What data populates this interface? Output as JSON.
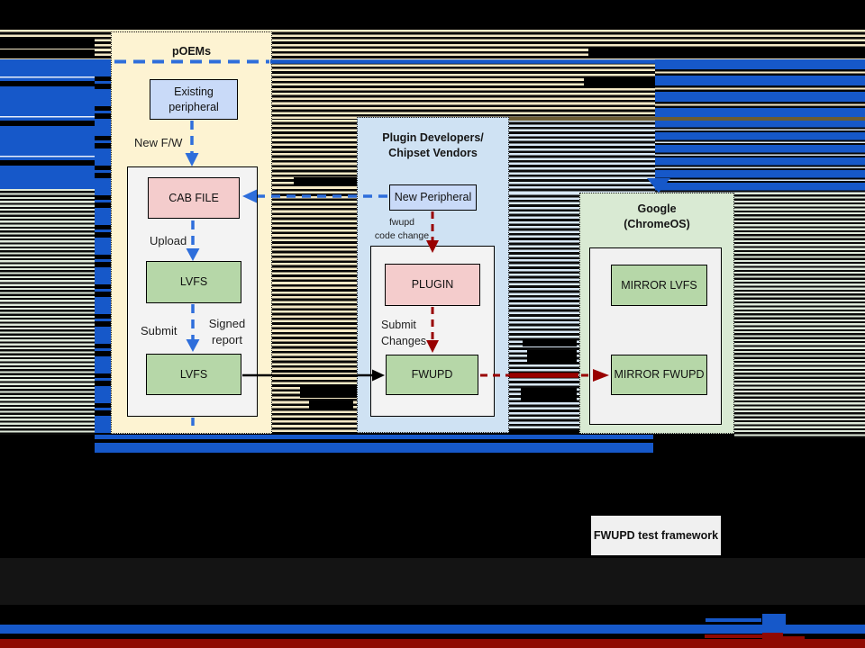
{
  "panels": {
    "poems": {
      "title": "pOEMs"
    },
    "plugin": {
      "title1": "Plugin Developers/",
      "title2": "Chipset Vendors"
    },
    "google": {
      "title1": "Google",
      "title2": "(ChromeOS)"
    }
  },
  "nodes": {
    "existing_peripheral1": "Existing",
    "existing_peripheral2": "peripheral",
    "cab_file": "CAB FILE",
    "lvfs_upper": "LVFS",
    "lvfs_lower": "LVFS",
    "new_peripheral": "New Peripheral",
    "plugin": "PLUGIN",
    "fwupd": "FWUPD",
    "mirror_lvfs": "MIRROR LVFS",
    "mirror_fwupd": "MIRROR FWUPD",
    "fwupd_test_framework": "FWUPD test framework"
  },
  "edge_labels": {
    "new_fw": "New F/W",
    "upload": "Upload",
    "submit": "Submit",
    "signed1": "Signed",
    "signed2": "report",
    "code_change1": "fwupd",
    "code_change2": "code change",
    "submit_changes1": "Submit",
    "submit_changes2": "Changes"
  },
  "colors": {
    "accent_blue": "#2e6edb",
    "glitch_blue": "#1658c9",
    "accent_red": "#990000",
    "bar_red": "#8f0a02",
    "panel_cream": "#fdf3d2",
    "panel_blue": "#cfe2f3",
    "panel_green": "#d9ead3",
    "node_blue": "#c9daf8",
    "node_pink": "#f4cccc",
    "node_green": "#b6d7a8",
    "container_grey": "#f3f3f3",
    "stripe_tan": "#f5e9c6",
    "stripe_pale_green": "#dfeadb",
    "stripe_pale_blue": "#d9e8f6"
  }
}
